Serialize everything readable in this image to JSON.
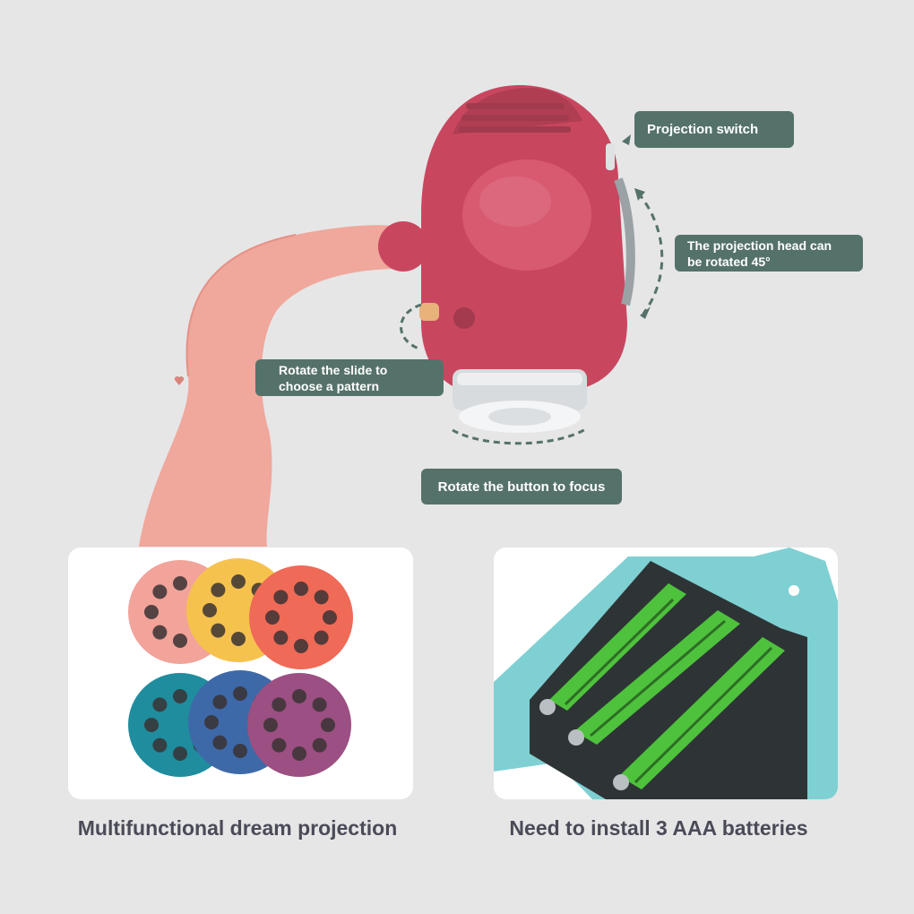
{
  "callouts": {
    "projection_switch": "Projection switch",
    "head_rotation_line1": "The projection head can",
    "head_rotation_line2": "be rotated 45°",
    "slide_line1": "Rotate the slide to",
    "slide_line2": "choose a pattern",
    "focus": "Rotate the button to focus"
  },
  "captions": {
    "left": "Multifunctional dream projection",
    "right": "Need to install 3 AAA batteries"
  },
  "colors": {
    "background": "#e6e6e7",
    "callout": "#55726a",
    "projector_body": "#c8475f",
    "neck": "#f0a79c",
    "battery_case": "#7fd0d3",
    "battery_green": "#4ec23c",
    "caption_text": "#4a4b57"
  },
  "slide_discs": [
    {
      "color": "#f2a39a"
    },
    {
      "color": "#f6c24e"
    },
    {
      "color": "#ef6a57"
    },
    {
      "color": "#1f8d9e"
    },
    {
      "color": "#3e69a8"
    },
    {
      "color": "#9b4f82"
    }
  ]
}
